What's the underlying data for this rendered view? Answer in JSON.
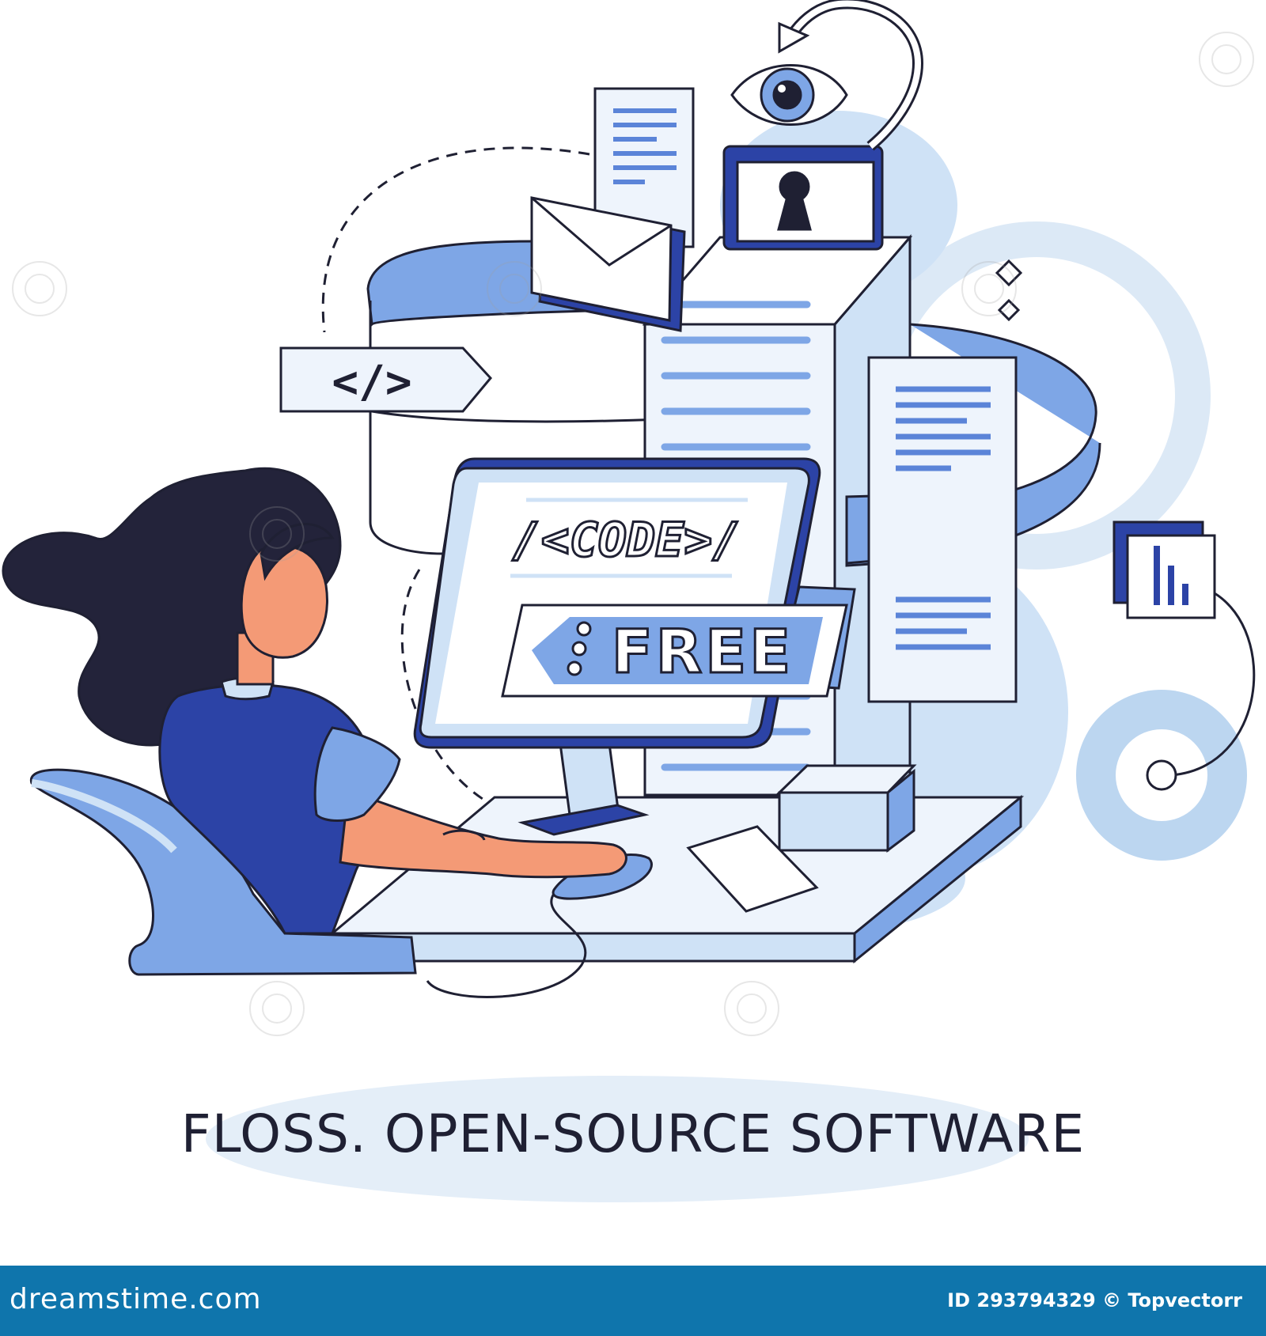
{
  "illustration": {
    "code_tag": "</>",
    "screen_code": "/<CODE>/",
    "free_label": "FREE"
  },
  "title": "FLOSS. OPEN-SOURCE SOFTWARE",
  "footer": {
    "brand": "dreamstime.com",
    "id_text": "ID 293794329 © Topvectorr"
  },
  "colors": {
    "outline": "#1f2033",
    "accent_blue": "#7ea6e6",
    "light_blue": "#cfe2f6",
    "dark_blue": "#2c43a6",
    "skin": "#f49a76",
    "hair": "#23233a",
    "footer_bg": "#0f75ac"
  },
  "icons": [
    "eye-icon",
    "padlock-icon",
    "envelope-icon",
    "document-icon",
    "bar-chart-icon",
    "code-tag-icon"
  ]
}
